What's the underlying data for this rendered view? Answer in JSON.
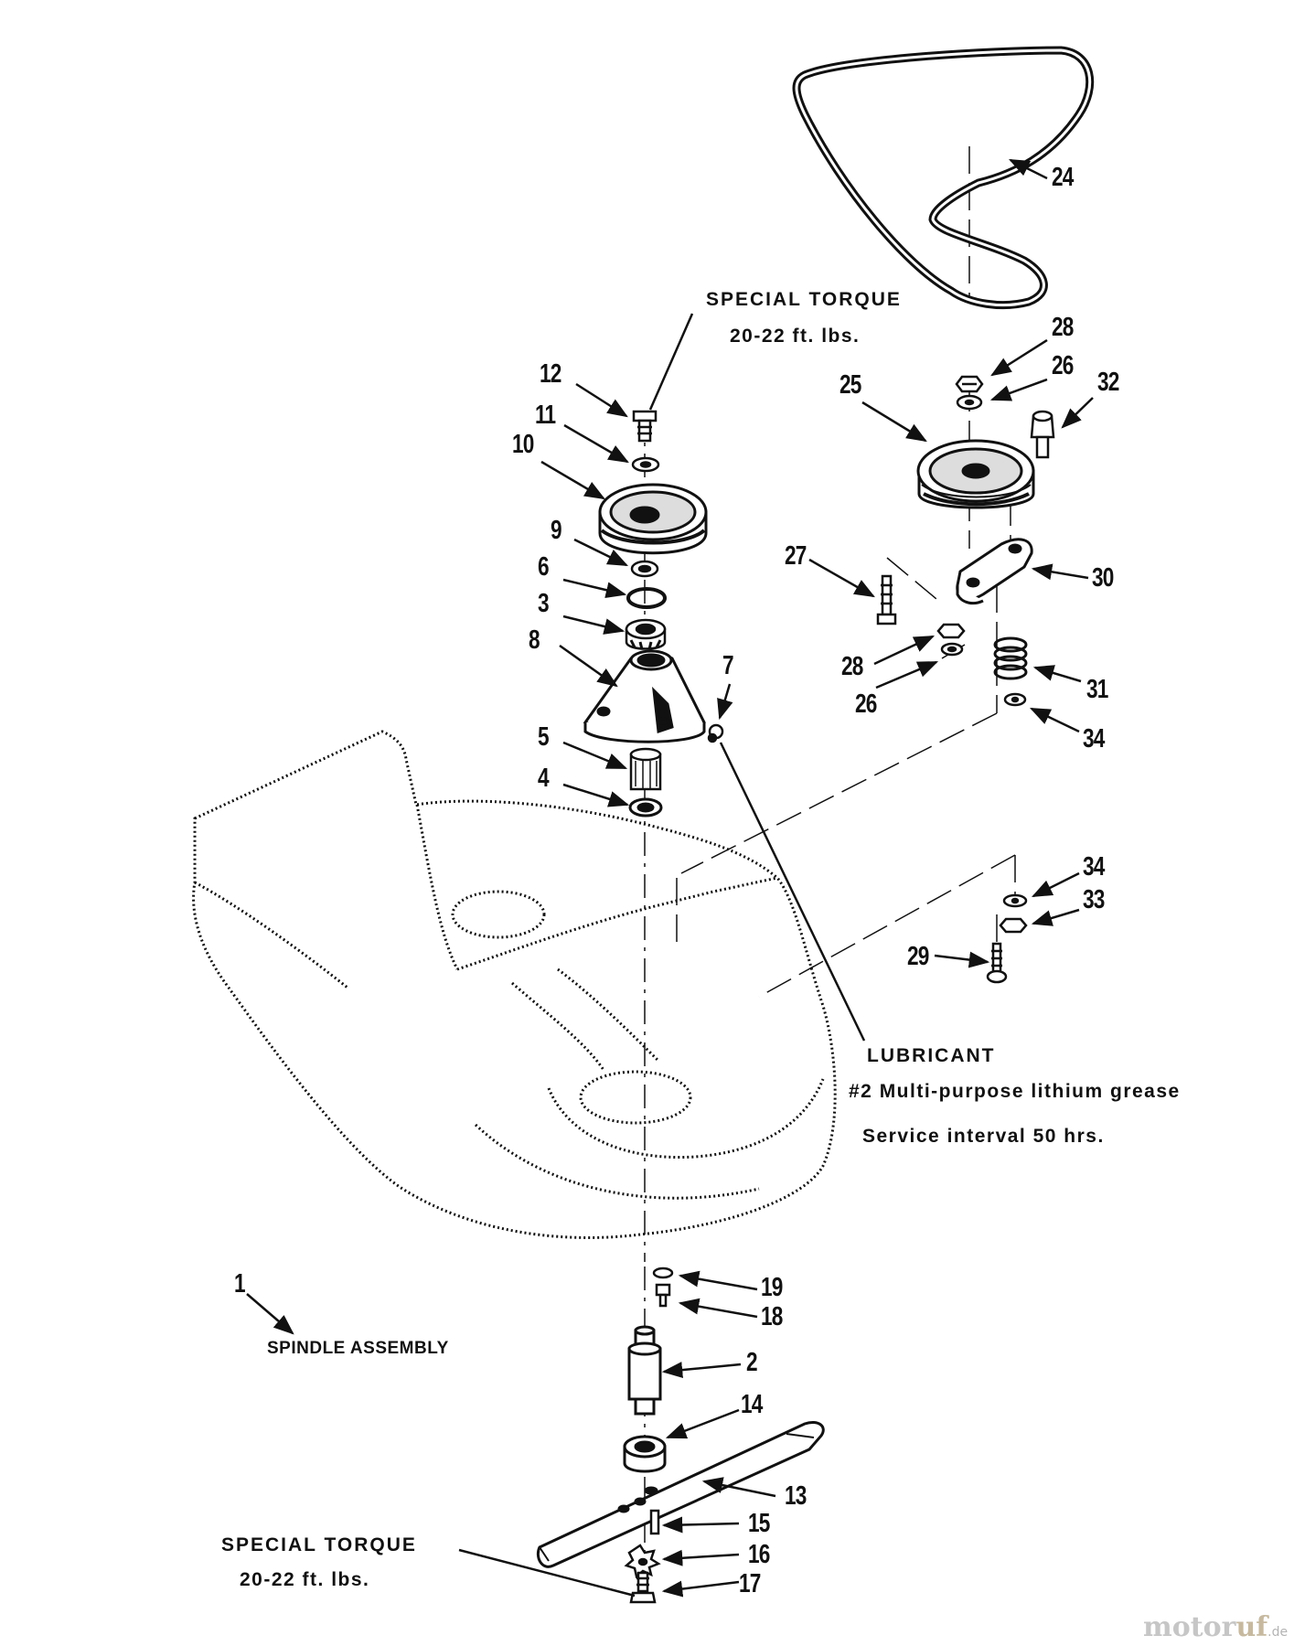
{
  "torque_top": {
    "title": "SPECIAL TORQUE",
    "value": "20-22 ft. lbs."
  },
  "torque_bottom": {
    "title": "SPECIAL TORQUE",
    "value": "20-22 ft. lbs."
  },
  "lubricant": {
    "title": "LUBRICANT",
    "spec": "#2 Multi-purpose lithium grease",
    "interval": "Service interval 50 hrs."
  },
  "spindle_assembly": {
    "number": "1",
    "label": "SPINDLE ASSEMBLY"
  },
  "callouts": {
    "n24": "24",
    "n28a": "28",
    "n26a": "26",
    "n32": "32",
    "n25": "25",
    "n12": "12",
    "n11": "11",
    "n10": "10",
    "n9": "9",
    "n6": "6",
    "n3": "3",
    "n8": "8",
    "n7": "7",
    "n5": "5",
    "n4": "4",
    "n27": "27",
    "n30": "30",
    "n28b": "28",
    "n26b": "26",
    "n31": "31",
    "n34a": "34",
    "n34b": "34",
    "n33": "33",
    "n29": "29",
    "n19": "19",
    "n18": "18",
    "n2": "2",
    "n14": "14",
    "n13": "13",
    "n15": "15",
    "n16": "16",
    "n17": "17"
  },
  "watermark": {
    "main": "motor",
    "accent": "uf",
    "tld": ".de"
  }
}
